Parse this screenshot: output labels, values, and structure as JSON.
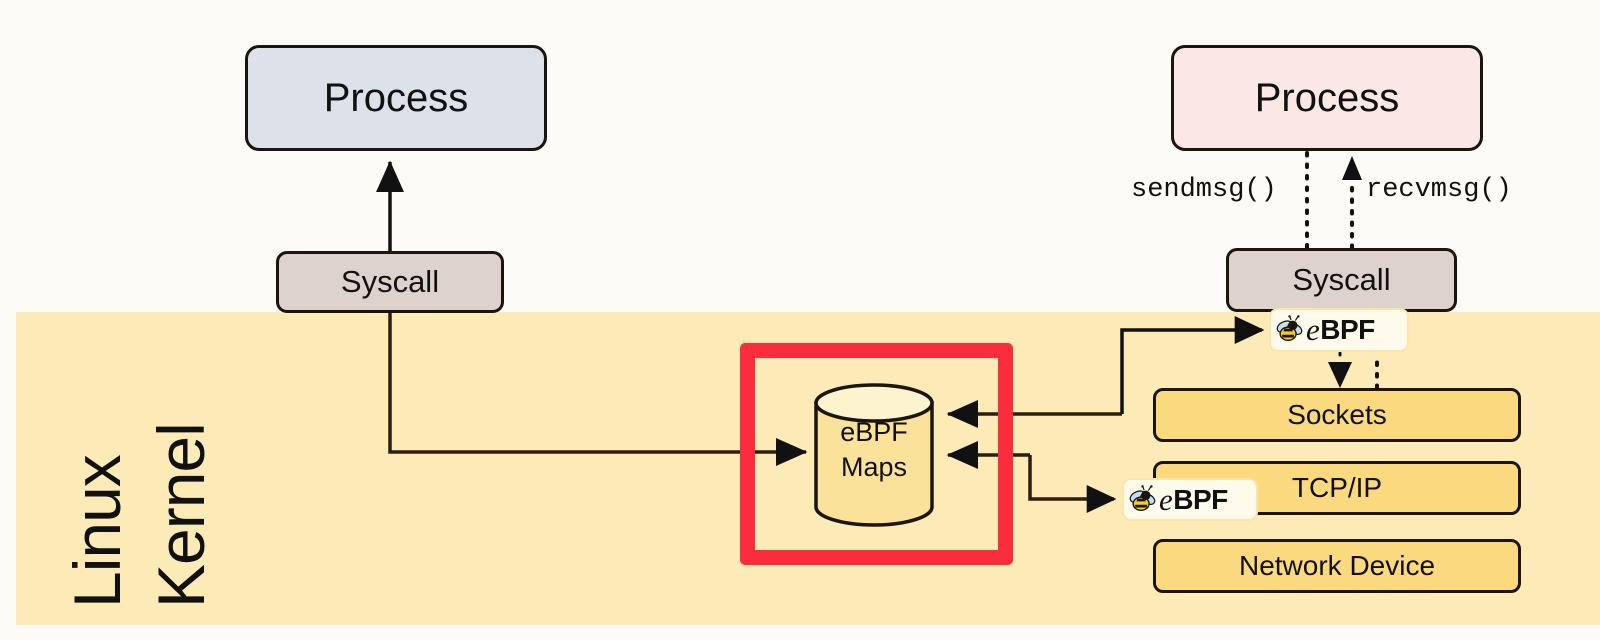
{
  "diagram": {
    "title": "eBPF data path between user process and Linux kernel networking stack",
    "background_color": "#fdfbf5",
    "kernel": {
      "band_color": "#fceab7",
      "label_line1": "Linux",
      "label_line2": "Kernel"
    },
    "nodes": {
      "process_left": {
        "label": "Process",
        "fill": "#dce1ea"
      },
      "process_right": {
        "label": "Process",
        "fill": "#fbe8e4"
      },
      "syscall_left": {
        "label": "Syscall",
        "fill": "#ded2cd"
      },
      "syscall_right": {
        "label": "Syscall",
        "fill": "#ded2cd"
      },
      "maps": {
        "label": "eBPF\nMaps",
        "fill": "#fbe29a"
      },
      "sockets": {
        "label": "Sockets",
        "fill": "#fbd97e"
      },
      "tcpip": {
        "label": "TCP/IP",
        "fill": "#fbd97e"
      },
      "netdev": {
        "label": "Network Device",
        "fill": "#fbd97e"
      }
    },
    "badges": {
      "ebpf_syscall": {
        "prefix": "e",
        "word": "BPF",
        "icon": "bee-icon"
      },
      "ebpf_tcpip": {
        "prefix": "e",
        "word": "BPF",
        "icon": "bee-icon"
      }
    },
    "annotations": {
      "sendmsg": "sendmsg()",
      "recvmsg": "recvmsg()"
    },
    "highlight": {
      "name": "ebpf-maps-highlight",
      "color": "#f92d3c",
      "stroke_width": 15
    },
    "edges": [
      {
        "from": "syscall_left",
        "to": "process_left",
        "style": "solid",
        "arrow": "up"
      },
      {
        "from": "syscall_left",
        "to": "maps",
        "style": "solid",
        "arrow": "right"
      },
      {
        "from": "process_right",
        "to": "syscall_right",
        "style": "dotted",
        "arrow": "none",
        "label": "sendmsg()"
      },
      {
        "from": "syscall_right",
        "to": "process_right",
        "style": "dotted",
        "arrow": "up",
        "label": "recvmsg()"
      },
      {
        "from": "ebpf_syscall",
        "to": "sockets",
        "style": "solid",
        "arrow": "down"
      },
      {
        "from": "sockets",
        "to": "ebpf_syscall",
        "style": "dotted",
        "arrow": "none"
      },
      {
        "from": "sockets_area",
        "to": "ebpf_syscall",
        "style": "solid",
        "arrow": "right"
      },
      {
        "from": "sockets_area",
        "to": "maps",
        "style": "solid",
        "arrow": "left"
      },
      {
        "from": "tcpip_area",
        "to": "maps",
        "style": "solid",
        "arrow": "left"
      },
      {
        "from": "tcpip_area",
        "to": "ebpf_tcpip",
        "style": "solid",
        "arrow": "right"
      }
    ]
  }
}
